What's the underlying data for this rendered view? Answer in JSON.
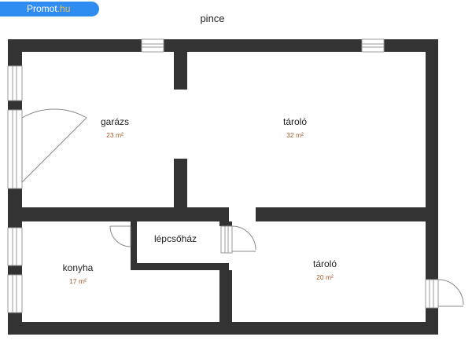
{
  "brand": {
    "name": "Promot",
    "suffix": ".hu"
  },
  "title": "pince",
  "rooms": [
    {
      "id": "garazs",
      "label": "garázs",
      "area": "23 m²"
    },
    {
      "id": "tarolo-1",
      "label": "tároló",
      "area": "32 m²"
    },
    {
      "id": "lepcsohaz",
      "label": "lépcsőház",
      "area": ""
    },
    {
      "id": "konyha",
      "label": "konyha",
      "area": "17 m²"
    },
    {
      "id": "tarolo-2",
      "label": "tároló",
      "area": "20 m²"
    }
  ],
  "colors": {
    "wall": "#333333",
    "badge": "#2f8df2",
    "area_text": "#a15a2a"
  }
}
